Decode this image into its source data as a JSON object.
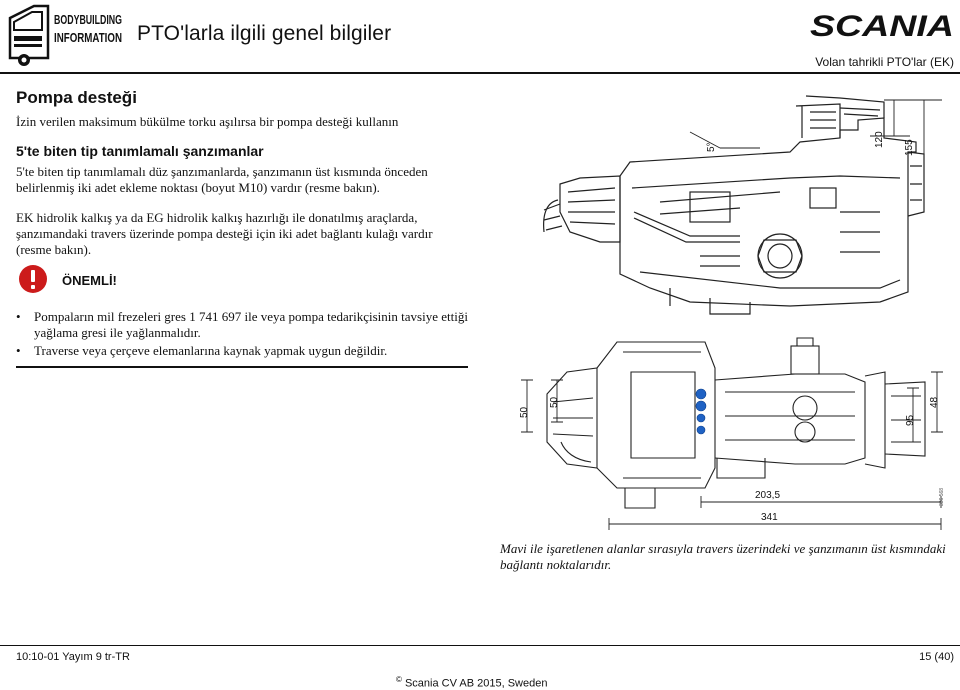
{
  "header": {
    "logo_line1": "BODYBUILDING",
    "logo_line2": "INFORMATION",
    "title": "PTO'larla ilgili genel bilgiler",
    "brand": "SCANIA",
    "subtitle": "Volan tahrikli PTO'lar (EK)"
  },
  "main": {
    "section_title": "Pompa desteği",
    "intro": "İzin verilen maksimum bükülme torku aşılırsa bir pompa desteği kullanın",
    "sub_heading": "5'te biten tip tanımlamalı şanzımanlar",
    "paragraph1": "5'te biten tip tanımlamalı düz şanzımanlarda, şanzımanın üst kısmında önceden belirlenmiş iki adet ekleme noktası (boyut M10) vardır (resme bakın).",
    "paragraph2": "EK hidrolik kalkış ya da EG hidrolik kalkış hazırlığı ile donatılmış araçlarda, şanzımandaki travers üzerinde pompa desteği için iki adet bağlantı kulağı vardır (resme bakın).",
    "important_label": "ÖNEMLİ!",
    "bullets": [
      "Pompaların mil frezeleri gres 1 741 697 ile veya pompa tedarikçisinin tavsiye ettiği yağlama gresi ile yağlanmalıdır.",
      "Traverse veya çerçeve elemanlarına kaynak yapmak uygun değildir."
    ],
    "bullet_symbol": "•"
  },
  "figure": {
    "top_dims": [
      "5°",
      "120",
      "155"
    ],
    "bottom_dims": [
      "50",
      "50",
      "95",
      "48",
      "203,5",
      "341"
    ],
    "drawing_id": "336 568",
    "caption": "Mavi ile işaretlenen alanlar sırasıyla travers üzerindeki ve şanzımanın üst kısmındaki bağlantı noktalarıdır.",
    "highlight_color": "#1f62c4"
  },
  "footer": {
    "left": "10:10-01 Yayım 9 tr-TR",
    "right": "15 (40)",
    "copyright_symbol": "©",
    "copyright": "Scania CV AB 2015, Sweden"
  }
}
